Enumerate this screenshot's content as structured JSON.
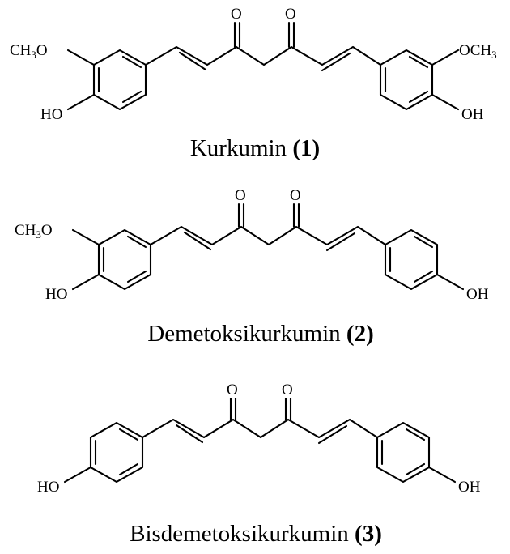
{
  "compounds": [
    {
      "name": "Kurkumin",
      "number": "(1)",
      "labels": {
        "ch3o_left": "CH3O",
        "och3_right": "OCH3",
        "ho_left": "HO",
        "oh_right": "OH",
        "o1": "O",
        "o2": "O"
      }
    },
    {
      "name": "Demetoksikurkumin",
      "number": "(2)",
      "labels": {
        "ch3o_left": "CH3O",
        "ho_left": "HO",
        "oh_right": "OH",
        "o1": "O",
        "o2": "O"
      }
    },
    {
      "name": "Bisdemetoksikurkumin",
      "number": "(3)",
      "labels": {
        "ho_left": "HO",
        "oh_right": "OH",
        "o1": "O",
        "o2": "O"
      }
    }
  ]
}
